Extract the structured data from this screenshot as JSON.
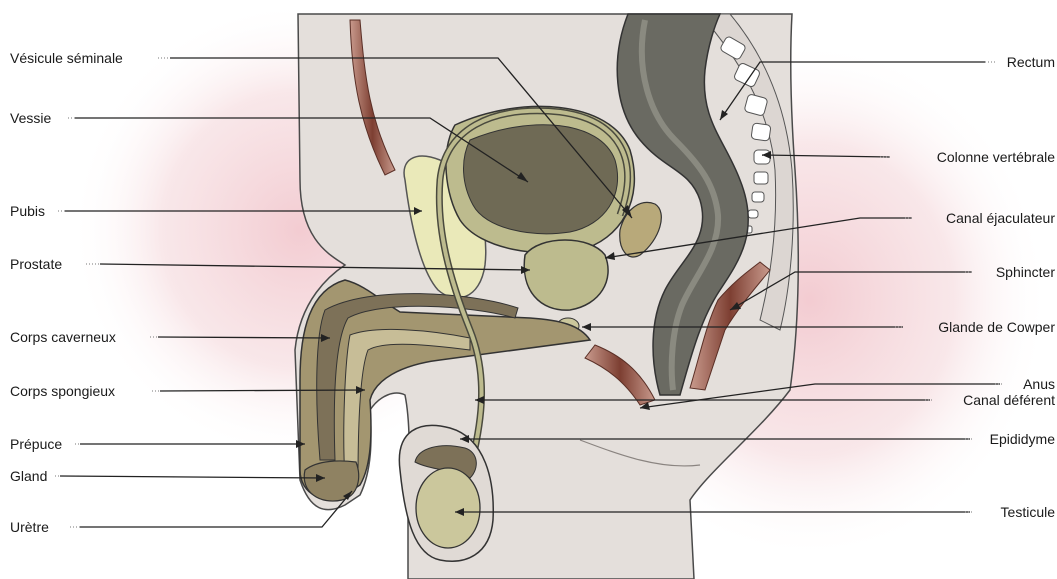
{
  "labels": {
    "left": [
      "Vésicule séminale",
      "Vessie",
      "Pubis",
      "Prostate",
      "Corps caverneux",
      "Corps spongieux",
      "Prépuce",
      "Gland",
      "Urètre"
    ],
    "right": [
      "Rectum",
      "Colonne vertébrale",
      "Canal éjaculateur",
      "Sphincter",
      "Glande de Cowper",
      "Anus",
      "Canal déférent",
      "Epididyme",
      "Testicule"
    ]
  },
  "colors": {
    "skin": "#e4dfdb",
    "skin_outline": "#4a4a4a",
    "pink_glow": "#f2c9cf",
    "bladder": "#bdbb8e",
    "bladder_inner": "#6f6a55",
    "pubis": "#eae9b9",
    "rectum": "#6a6a62",
    "muscle": "#8a4d3f",
    "erectile": "#a39670",
    "spongy": "#7d7158",
    "testis": "#cbc79c",
    "leader_line": "#222222"
  }
}
